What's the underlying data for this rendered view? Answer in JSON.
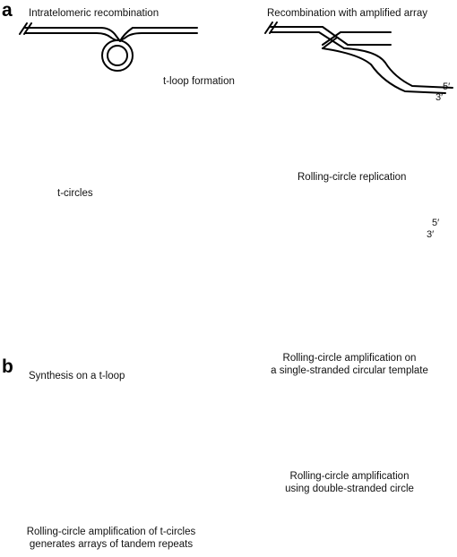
{
  "panel_a": {
    "letter": "a",
    "labels": {
      "intratelomeric": "Intratelomeric recombination",
      "amplified": "Recombination with amplified array",
      "tloop": "t-loop formation",
      "tcircles": "t-circles",
      "rolling": "Rolling-circle replication"
    },
    "strand_5": "5′",
    "strand_3": "3′"
  },
  "panel_b": {
    "letter": "b",
    "labels": {
      "synthesis": "Synthesis on a t-loop",
      "ss_line1": "Rolling-circle amplification on",
      "ss_line2": "a single-stranded circular template",
      "tc_line1": "Rolling-circle amplification of t-circles",
      "tc_line2": "generates arrays of tandem repeats",
      "ds_line1": "Rolling-circle amplification",
      "ds_line2": "using double-stranded circle"
    }
  },
  "colors": {
    "strand": "#000000",
    "arrow": "#9a9a9a",
    "micrograph_bg": "#b8b8b8"
  }
}
